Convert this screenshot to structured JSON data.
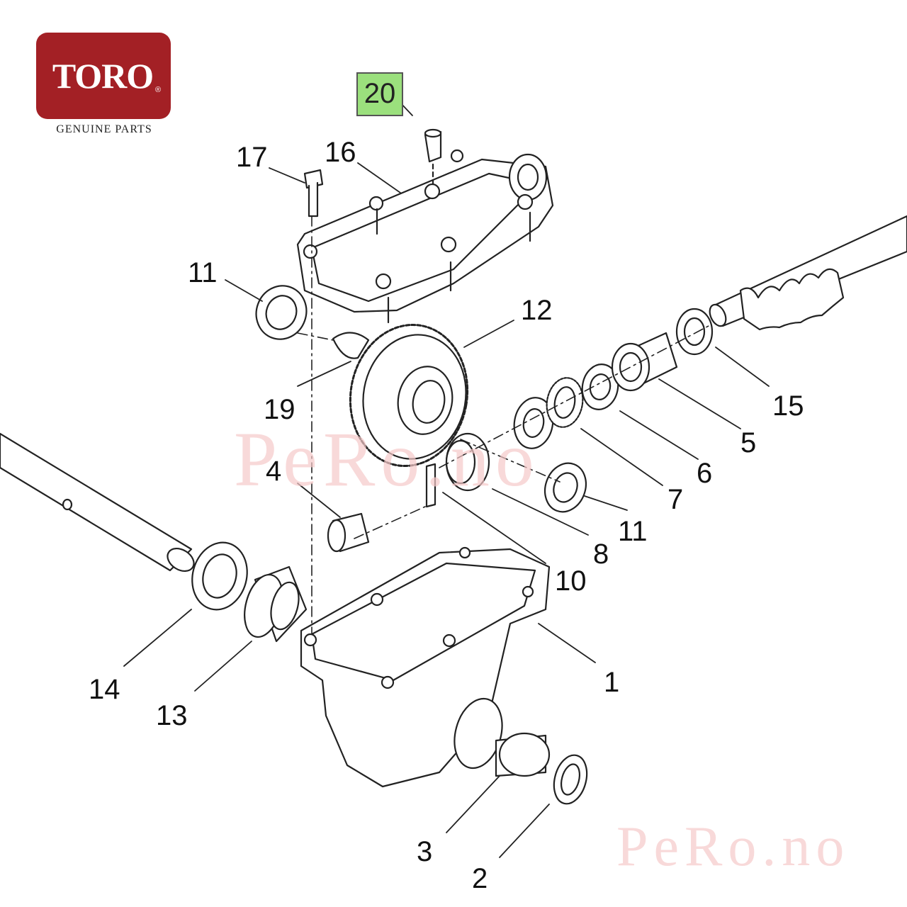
{
  "logo": {
    "brand": "TORO",
    "registered": "®",
    "tagline": "GENUINE PARTS"
  },
  "highlighted_part": "20",
  "watermark": "PeRo.no",
  "colors": {
    "logo_red": "#a32025",
    "highlight_green": "#9be07d",
    "watermark_pink": "#f6c9c9",
    "line": "#222222"
  },
  "labels": {
    "p1": "1",
    "p2": "2",
    "p3": "3",
    "p4": "4",
    "p5": "5",
    "p6": "6",
    "p7": "7",
    "p8": "8",
    "p10": "10",
    "p11a": "11",
    "p11b": "11",
    "p12": "12",
    "p13": "13",
    "p14": "14",
    "p15": "15",
    "p16": "16",
    "p17": "17",
    "p19": "19"
  }
}
